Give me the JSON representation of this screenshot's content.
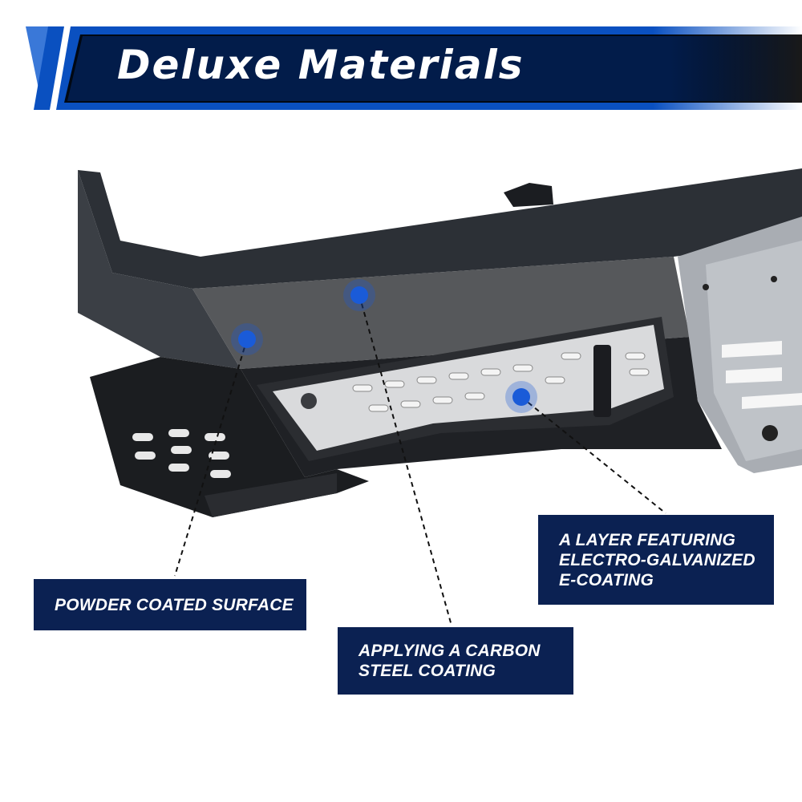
{
  "header": {
    "title": "Deluxe Materials"
  },
  "callouts": [
    {
      "lines": [
        "POWDER COATED SURFACE"
      ]
    },
    {
      "lines": [
        "APPLYING A CARBON",
        "STEEL COATING"
      ]
    },
    {
      "lines": [
        "A LAYER FEATURING",
        "ELECTRO-GALVANIZED",
        "E-COATING"
      ]
    }
  ],
  "colors": {
    "navy": "#0b2152",
    "blue": "#0a50c0",
    "dot": "#1a5bd8"
  }
}
